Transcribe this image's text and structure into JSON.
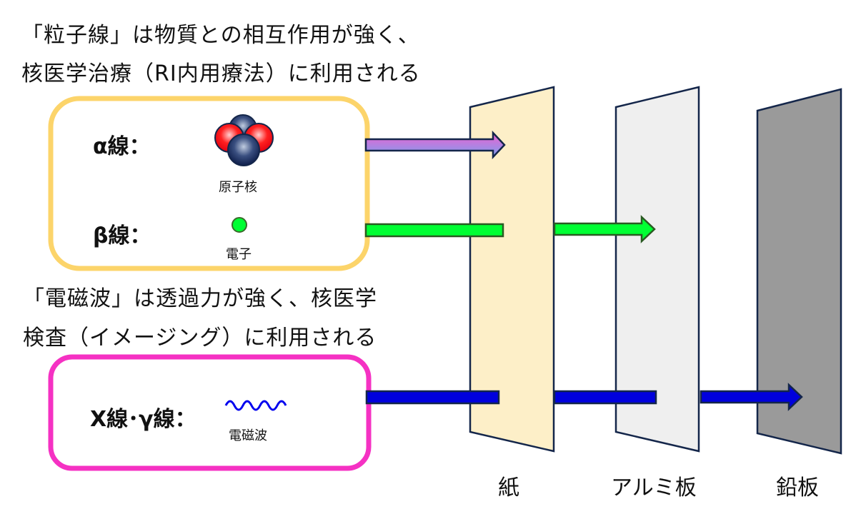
{
  "captions": {
    "particle_line1": "「粒子線」は物質との相互作用が強く、",
    "particle_line2": "核医学治療（RI内用療法）に利用される",
    "em_line1": "「電磁波」は透過力が強く、核医学",
    "em_line2": "検査（イメージング）に利用される"
  },
  "radiation": {
    "alpha": {
      "label": "α線：",
      "sub": "原子核"
    },
    "beta": {
      "label": "β線：",
      "sub": "電子"
    },
    "xgamma": {
      "label": "X線･γ線：",
      "sub": "電磁波"
    }
  },
  "plates": {
    "paper": "紙",
    "aluminum": "アルミ板",
    "lead": "鉛板"
  },
  "colors": {
    "particle_box": "#fcd46a",
    "em_box": "#f531c3",
    "paper": "#fdefc8",
    "aluminum": "#efefef",
    "lead": "#9a9a9a",
    "beta": "#00ff33",
    "xgamma": "#0000dd"
  }
}
